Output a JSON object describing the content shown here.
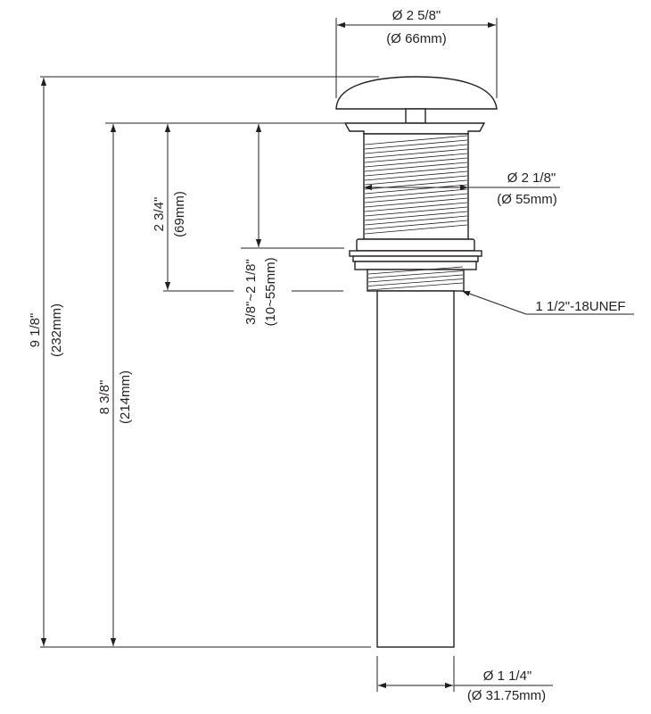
{
  "dimensions": {
    "cap_diameter": {
      "imperial": "Ø 2 5/8\"",
      "metric": "(Ø 66mm)"
    },
    "body_diameter": {
      "imperial": "Ø 2 1/8\"",
      "metric": "(Ø 55mm)"
    },
    "pipe_diameter": {
      "imperial": "Ø 1 1/4\"",
      "metric": "(Ø 31.75mm)"
    },
    "thread_spec": "1 1/2\"-18UNEF",
    "total_height": {
      "imperial": "9 1/8\"",
      "metric": "(232mm)"
    },
    "below_flange_height": {
      "imperial": "8 3/8\"",
      "metric": "(214mm)"
    },
    "body_height": {
      "imperial": "2 3/4\"",
      "metric": "(69mm)"
    },
    "sink_thickness_range": {
      "imperial": "3/8\"~2 1/8\"",
      "metric": "(10~55mm)"
    }
  }
}
